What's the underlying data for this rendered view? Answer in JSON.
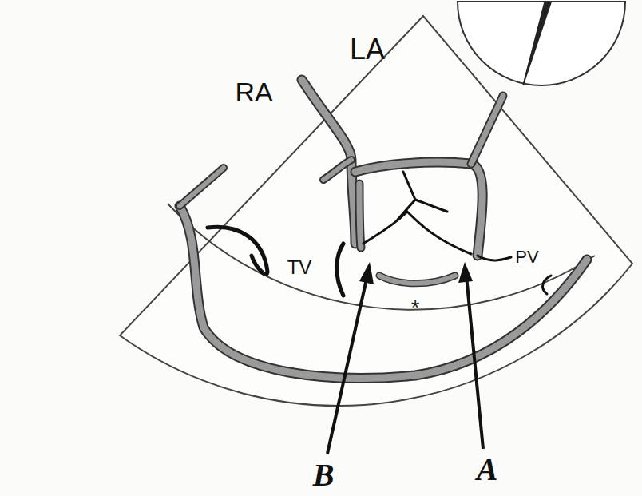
{
  "diagram": {
    "labels": [
      "LA",
      "RA",
      "TV",
      "*",
      "PV",
      "B",
      "A"
    ]
  }
}
